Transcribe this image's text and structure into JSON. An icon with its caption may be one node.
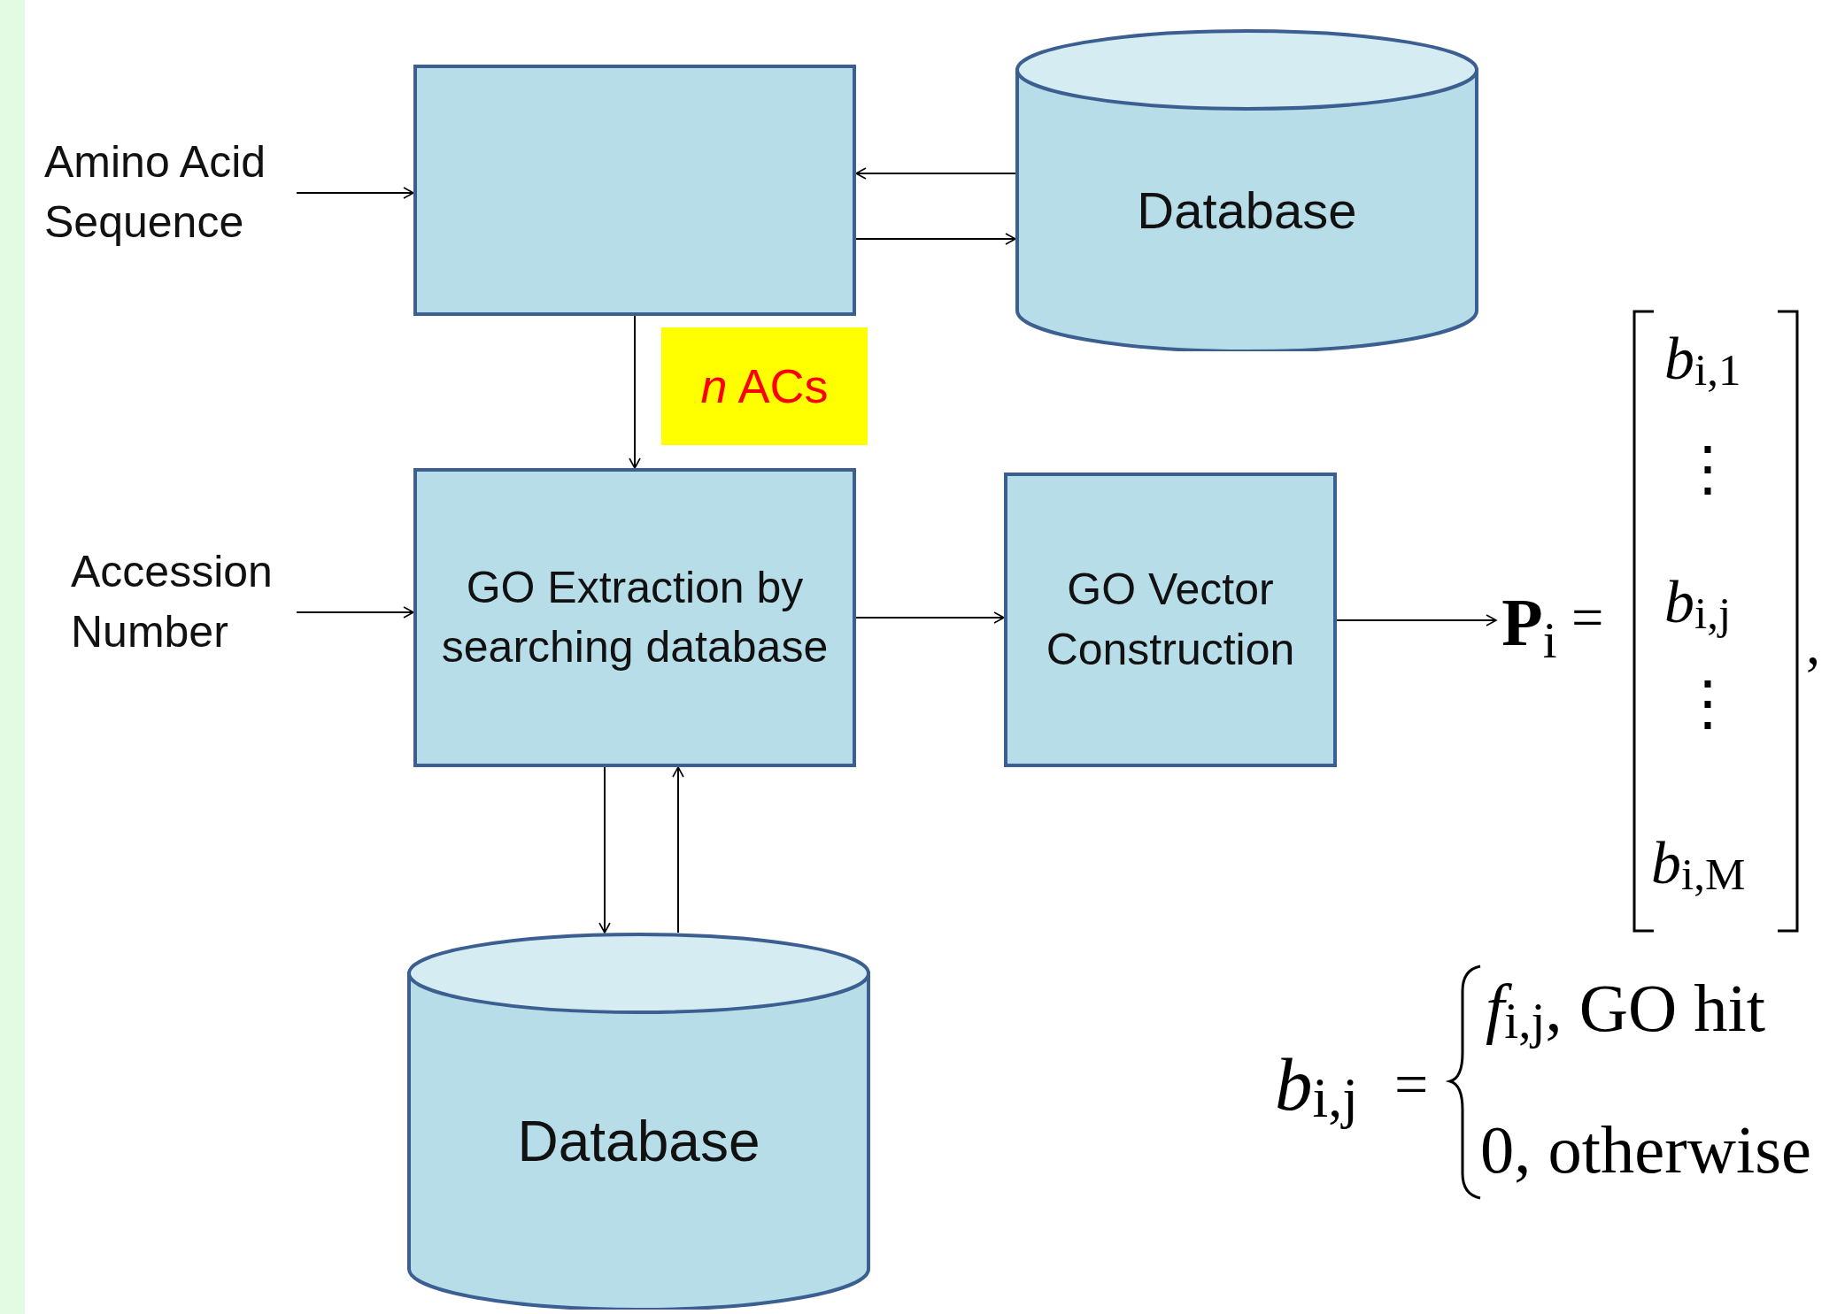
{
  "diagram": {
    "nodes": [
      {
        "text": [
          "Amino Acid Sequence"
        ]
      },
      {
        "text": [],
        "shape": "box"
      },
      {
        "text": [
          "Database"
        ]
      },
      {
        "text": [
          "*n* ACs"
        ]
      },
      {
        "text": [
          "Accession Number"
        ]
      },
      {
        "text": [
          "GO Extraction by searching database"
        ]
      },
      {
        "text": [
          "GO Vector Construction"
        ]
      },
      {
        "text": [
          "**P**$_{i}$"
        ]
      },
      {
        "text": [
          "Database"
        ]
      }
    ],
    "edges": [
      {
        "from": 0,
        "to": 1,
        "arrow": "to"
      },
      {
        "from": 2,
        "to": 1,
        "arrow": "to"
      },
      {
        "from": 1,
        "to": 2,
        "arrow": "to"
      },
      {
        "from": 1,
        "to": 5,
        "arrow": "to"
      },
      {
        "from": 4,
        "to": 5,
        "arrow": "to"
      },
      {
        "from": 5,
        "to": 8,
        "arrow": "to"
      },
      {
        "from": 8,
        "to": 5,
        "arrow": "to"
      },
      {
        "from": 5,
        "to": 6,
        "arrow": "to"
      },
      {
        "from": 6,
        "to": 7,
        "arrow": "to"
      }
    ],
    "labels": [
      "=",
      "*b*$_{i,1}$",
      "⋮",
      "*b*$_{i,j}$",
      "⋮",
      "*b*$_{i,M}$",
      ",",
      "*b*$_{i,j}$",
      "=",
      "*f*$_{i,j}$, GO hit",
      "0, otherwise"
    ]
  }
}
